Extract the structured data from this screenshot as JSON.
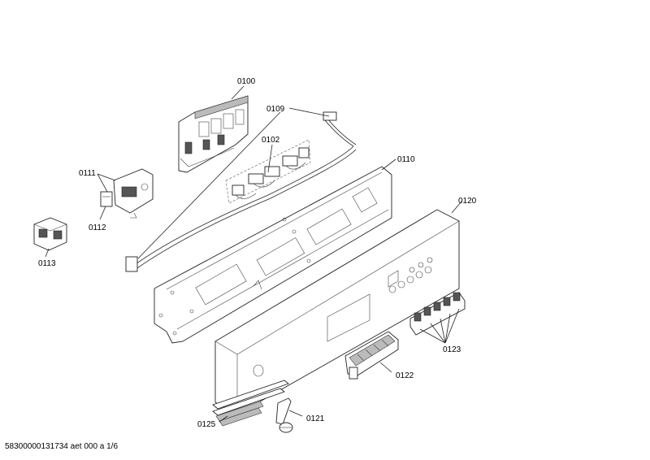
{
  "labels": {
    "p0100": "0100",
    "p0109": "0109",
    "p0102": "0102",
    "p0110": "0110",
    "p0111": "0111",
    "p0112": "0112",
    "p0113": "0113",
    "p0120": "0120",
    "p0121": "0121",
    "p0122": "0122",
    "p0123": "0123",
    "p0125": "0125"
  },
  "footer": "58300000131734 aet 000 a 1/6"
}
